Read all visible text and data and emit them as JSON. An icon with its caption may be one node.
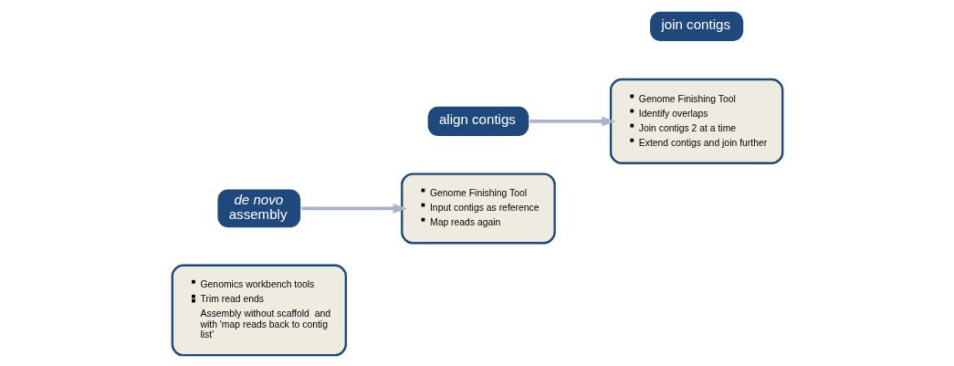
{
  "diagram": {
    "nodes": [
      {
        "text": [
          "Genomics workbench tools",
          "Trim read ends",
          "Assembly without scaffold  and with 'map reads back to contig list'"
        ]
      },
      {
        "text": [
          "*de novo* assembly"
        ]
      },
      {
        "text": [
          "align contigs"
        ]
      },
      {
        "text": [
          "Genome Finishing Tool",
          "Input contigs as reference",
          "Map reads again"
        ]
      },
      {
        "text": [
          "Genome Finishing Tool",
          "Identify overlaps",
          "Join contigs 2 at a time",
          "Extend contigs and join further"
        ]
      },
      {
        "text": [
          "join contigs"
        ]
      }
    ],
    "edges": [
      {
        "from": 1,
        "to": 3,
        "arrow": "to"
      },
      {
        "from": 2,
        "to": 4,
        "arrow": "to"
      }
    ]
  }
}
